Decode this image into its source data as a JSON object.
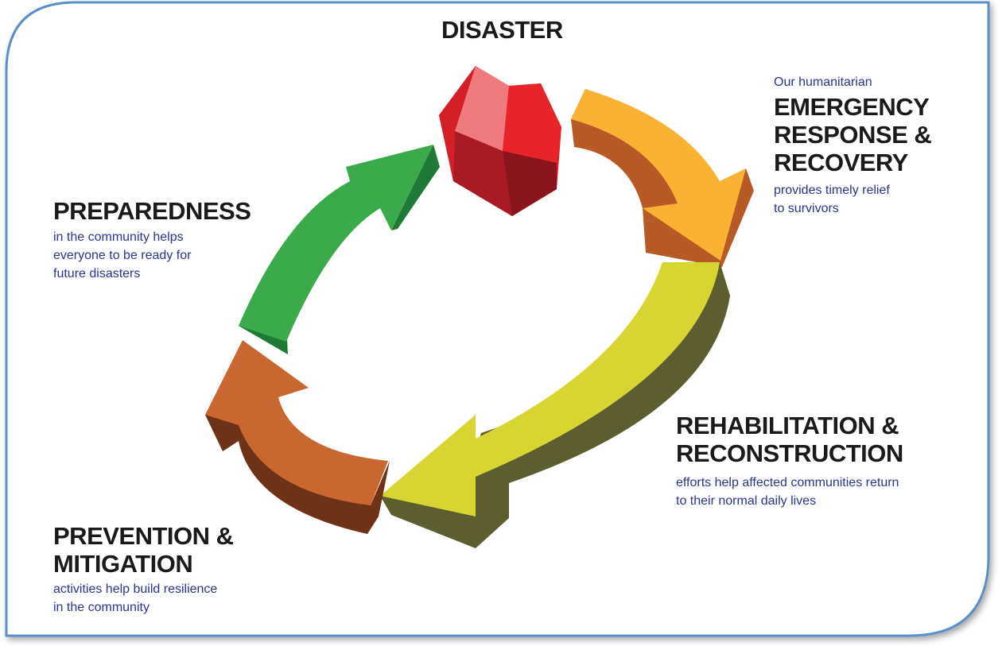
{
  "colors": {
    "frame_border": "#5b8fc9",
    "heading": "#1a1a1a",
    "subtext": "#2b3390",
    "disaster_red": "#e21e26",
    "response_orange": "#f9b233",
    "rehab_yellow": "#d7d532",
    "prevention_brown": "#c96730",
    "preparedness_green": "#3aaa4a"
  },
  "diagram": {
    "disaster": {
      "title": "DISASTER",
      "icon": "red-polyhedron-icon"
    },
    "emergency": {
      "intro": "Our humanitarian",
      "title_lines": [
        "EMERGENCY",
        "RESPONSE &",
        "RECOVERY"
      ],
      "desc_lines": [
        "provides timely relief",
        "to survivors"
      ]
    },
    "rehabilitation": {
      "title_lines": [
        "REHABILITATION &",
        "RECONSTRUCTION"
      ],
      "desc_lines": [
        "efforts help affected communities return",
        "to their normal daily lives"
      ]
    },
    "prevention": {
      "title_lines": [
        "PREVENTION &",
        "MITIGATION"
      ],
      "desc_lines": [
        "activities help build resilience",
        "in the community"
      ]
    },
    "preparedness": {
      "title": "PREPAREDNESS",
      "desc_lines": [
        "in the community helps",
        "everyone to be ready for",
        "future disasters"
      ]
    }
  }
}
